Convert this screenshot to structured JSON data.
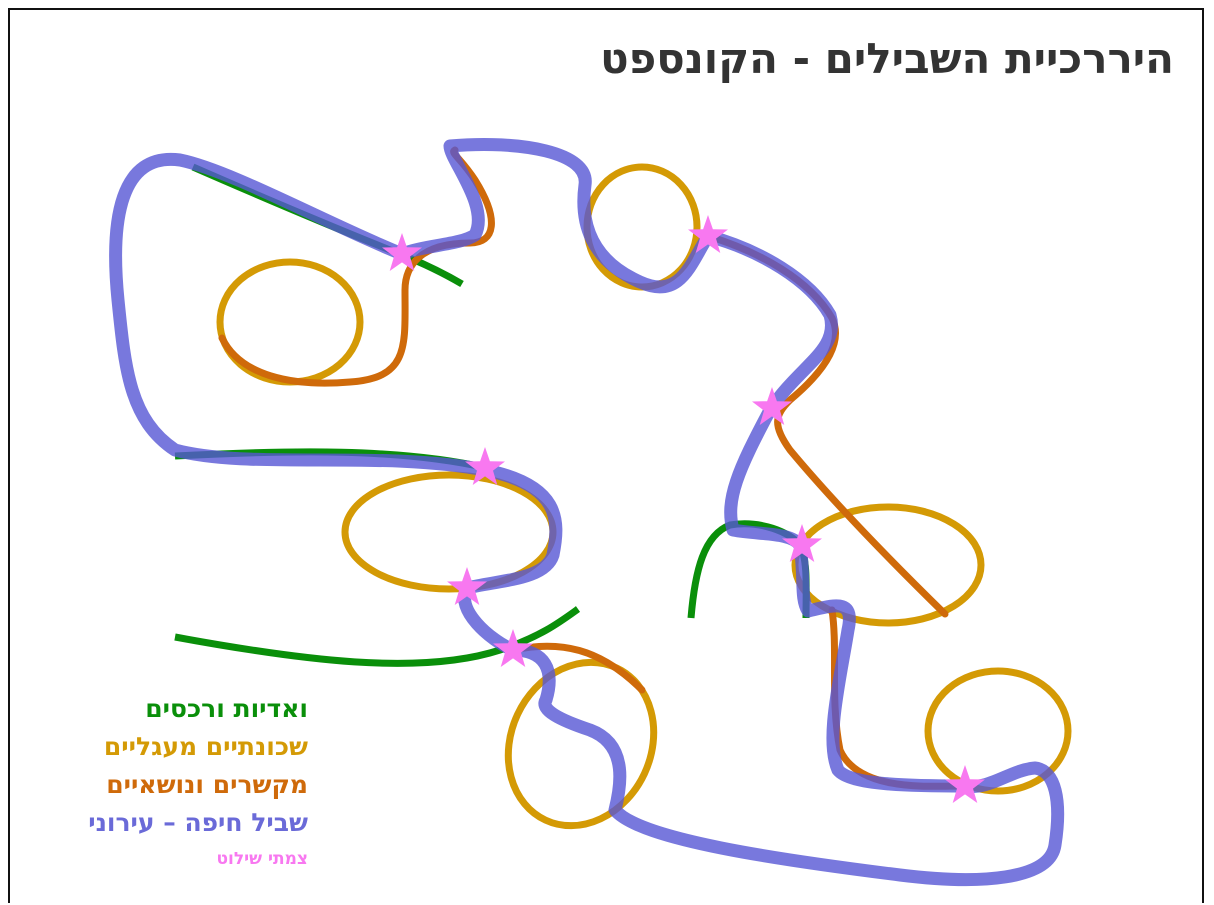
{
  "title": "היררכיית השבילים - הקונספט",
  "colors": {
    "wadis": "#0a8f0a",
    "neighborhoods": "#d49a05",
    "connectors": "#cf6a0a",
    "main_trail": "#6a6ad8",
    "anchors": "#f878f0"
  },
  "legend": [
    {
      "key": "wadis",
      "label": "ואדיות ורכסים"
    },
    {
      "key": "neighborhoods",
      "label": "שכונתיים מעגליים"
    },
    {
      "key": "connectors",
      "label": "מקשרים ונושאיים"
    },
    {
      "key": "main_trail",
      "label": "שביל חיפה – עירוני"
    },
    {
      "key": "anchors",
      "label": "צמתי שילוט"
    }
  ]
}
